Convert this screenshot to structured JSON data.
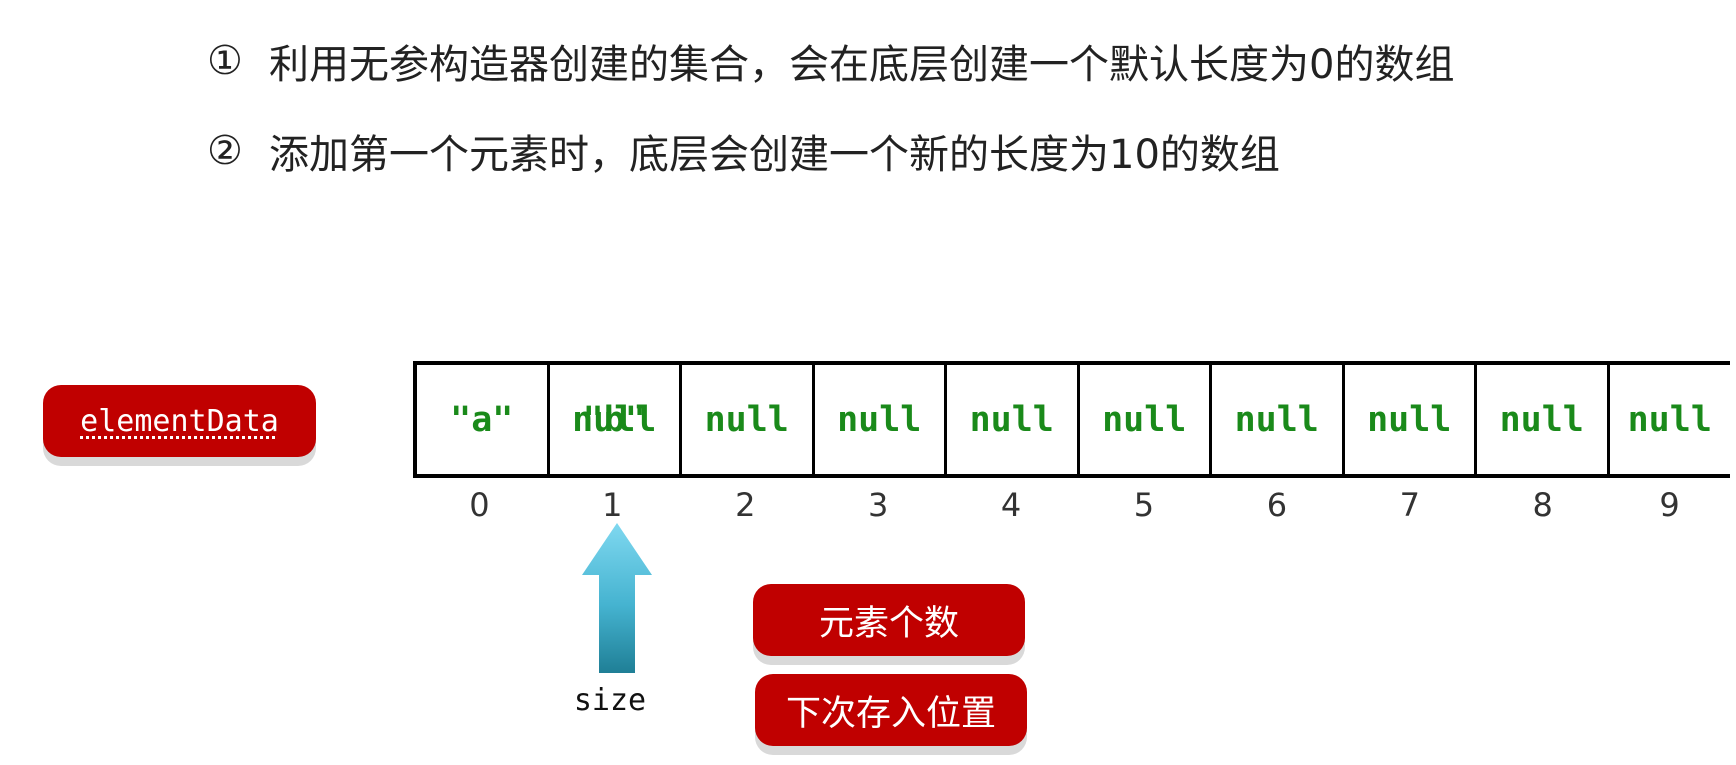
{
  "bullets": [
    {
      "num": "①",
      "text": "利用无参构造器创建的集合，会在底层创建一个默认长度为0的数组"
    },
    {
      "num": "②",
      "text": "添加第一个元素时，底层会创建一个新的长度为10的数组"
    }
  ],
  "array_label": "elementData",
  "cells": [
    "\"a\"",
    "null",
    "null",
    "null",
    "null",
    "null",
    "null",
    "null",
    "null",
    "null"
  ],
  "cell_overlay": "\"b\"",
  "indices": [
    "0",
    "1",
    "2",
    "3",
    "4",
    "5",
    "6",
    "7",
    "8",
    "9"
  ],
  "size_label": "size",
  "labels": {
    "count": "元素个数",
    "next_pos": "下次存入位置"
  },
  "colors": {
    "tag_red": "#c00000",
    "value_green": "#1a8a1a",
    "arrow_blue": "#6fd0ea"
  }
}
